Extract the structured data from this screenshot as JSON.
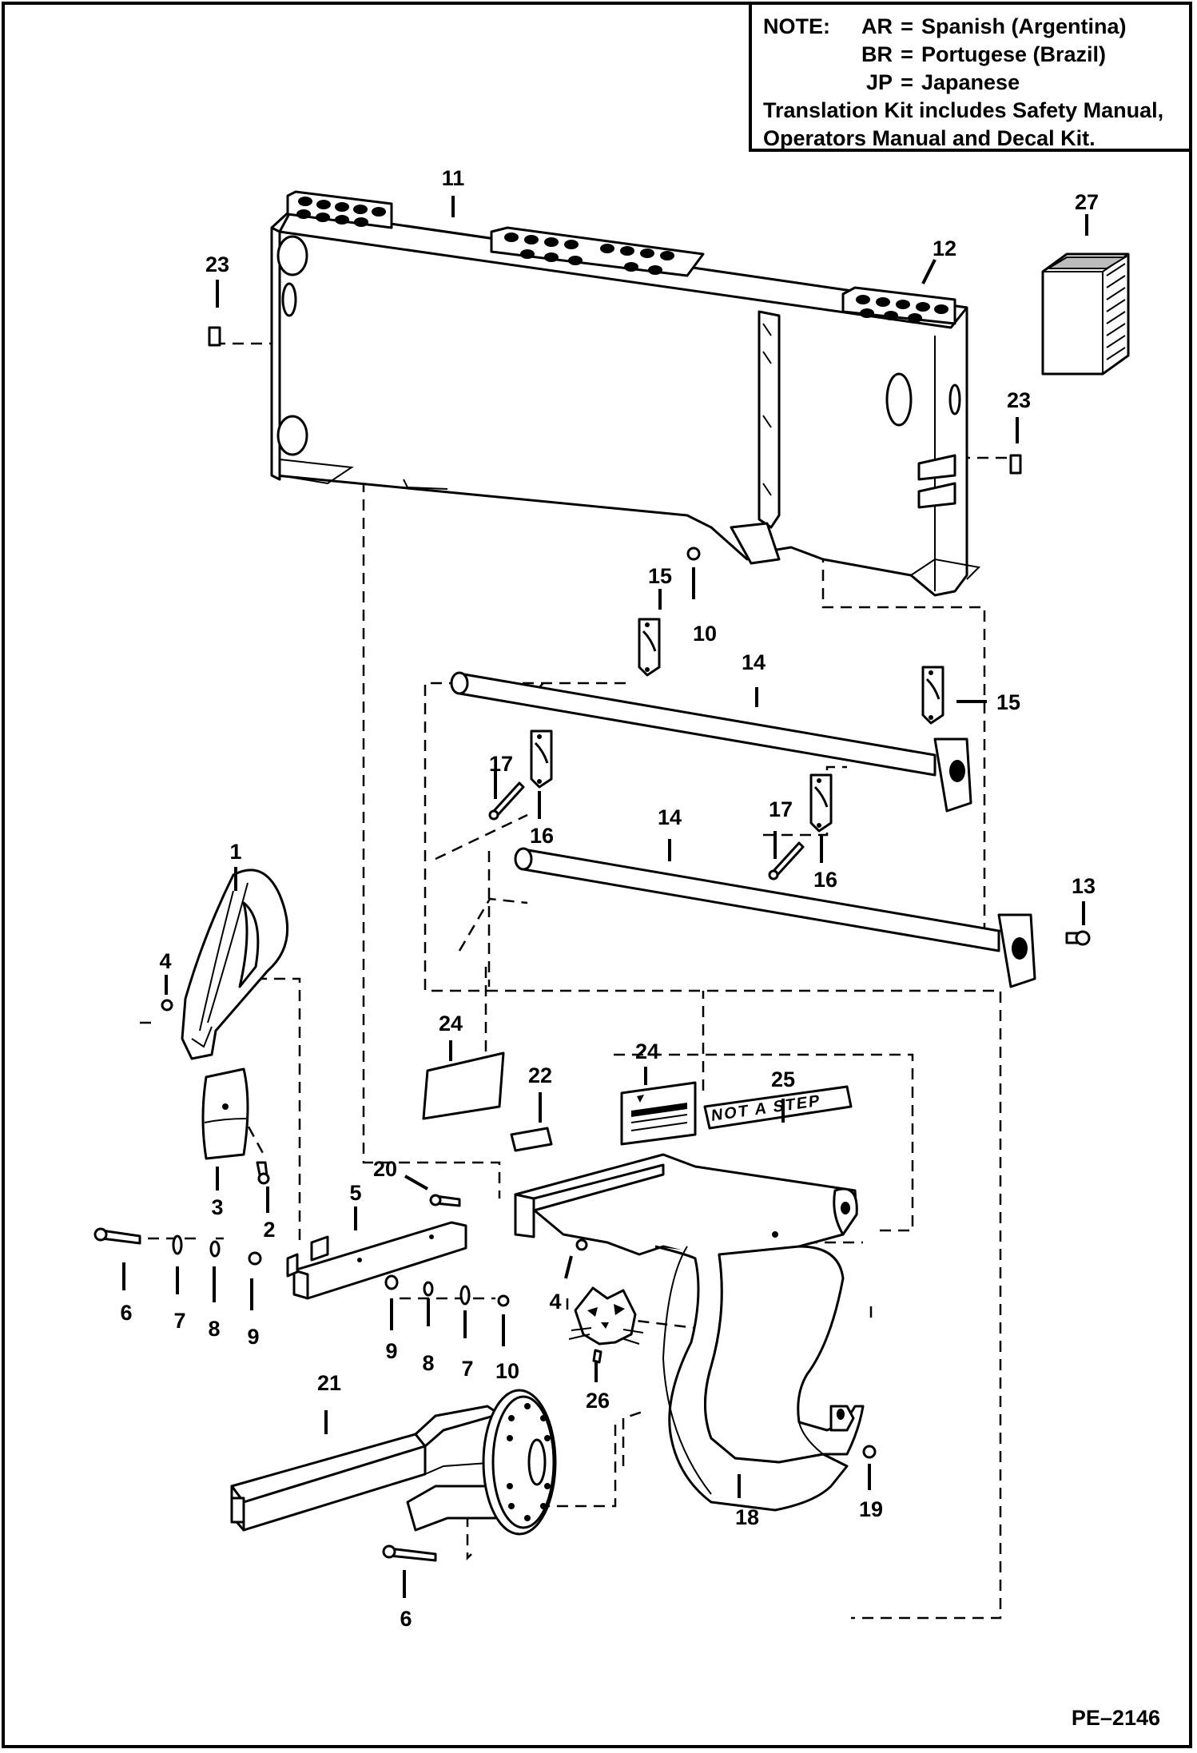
{
  "note": {
    "label": "NOTE:",
    "languages": [
      {
        "code": "AR",
        "eq": "=",
        "name": "Spanish (Argentina)"
      },
      {
        "code": "BR",
        "eq": "=",
        "name": "Portugese (Brazil)"
      },
      {
        "code": "JP",
        "eq": "=",
        "name": "Japanese"
      }
    ],
    "line4": "Translation Kit includes Safety Manual,",
    "line5": "Operators Manual and Decal Kit."
  },
  "callouts": [
    "1",
    "2",
    "3",
    "4",
    "4",
    "5",
    "6",
    "6",
    "7",
    "7",
    "8",
    "8",
    "9",
    "9",
    "10",
    "10",
    "11",
    "12",
    "13",
    "14",
    "14",
    "15",
    "15",
    "16",
    "16",
    "17",
    "17",
    "18",
    "19",
    "20",
    "21",
    "22",
    "23",
    "23",
    "24",
    "24",
    "25",
    "26",
    "27"
  ],
  "decals": {
    "not_a_step": "NOT A STEP"
  },
  "figure_id": "PE–2146",
  "colors": {
    "ink": "#000000",
    "paper": "#ffffff",
    "shade": "#bcbcbc"
  }
}
